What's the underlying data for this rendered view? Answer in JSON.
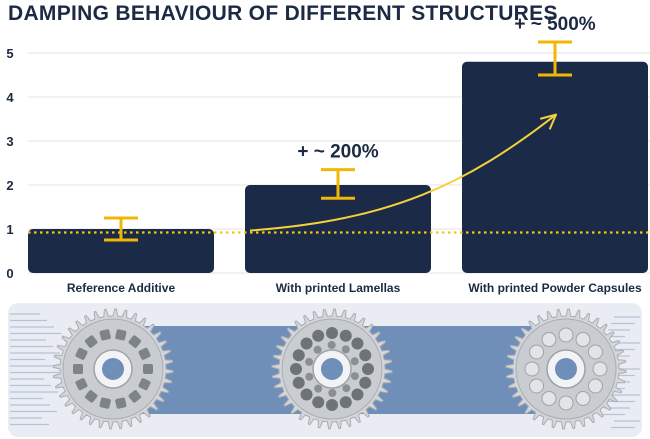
{
  "title": "DAMPING BEHAVIOUR OF DIFFERENT STRUCTURES",
  "colors": {
    "bar": "#1b2b47",
    "errorbar": "#f2b705",
    "reference_line": "#f2c80f",
    "arrow": "#f4d03f",
    "text": "#1c2a44",
    "gear": "#d4d6d9",
    "band": "#6f8fb8",
    "panel": "#e9edf3"
  },
  "chart_data": {
    "type": "bar",
    "title": "DAMPING BEHAVIOUR OF DIFFERENT STRUCTURES",
    "categories": [
      "Reference Additive",
      "With printed Lamellas",
      "With printed Powder Capsules"
    ],
    "values": [
      1.0,
      2.0,
      4.8
    ],
    "error": [
      {
        "low": 0.75,
        "high": 1.25
      },
      {
        "low": 1.7,
        "high": 2.35
      },
      {
        "low": 4.5,
        "high": 5.25
      }
    ],
    "annotations": [
      {
        "category": "With printed Lamellas",
        "text": "+ ~ 200%"
      },
      {
        "category": "With printed Powder Capsules",
        "text": "+ ~ 500%"
      }
    ],
    "reference_line": 0.92,
    "ylim": [
      0,
      5.5
    ],
    "yticks": [
      0,
      1,
      2,
      3,
      4,
      5
    ],
    "ytick_labels": [
      "0",
      "1",
      "2",
      "3",
      "4",
      "5"
    ],
    "xlabel": "",
    "ylabel": "",
    "grid": true
  },
  "illustration": {
    "gear_patterns": [
      "cutout-window",
      "lamella-grid",
      "powder-capsule"
    ]
  }
}
